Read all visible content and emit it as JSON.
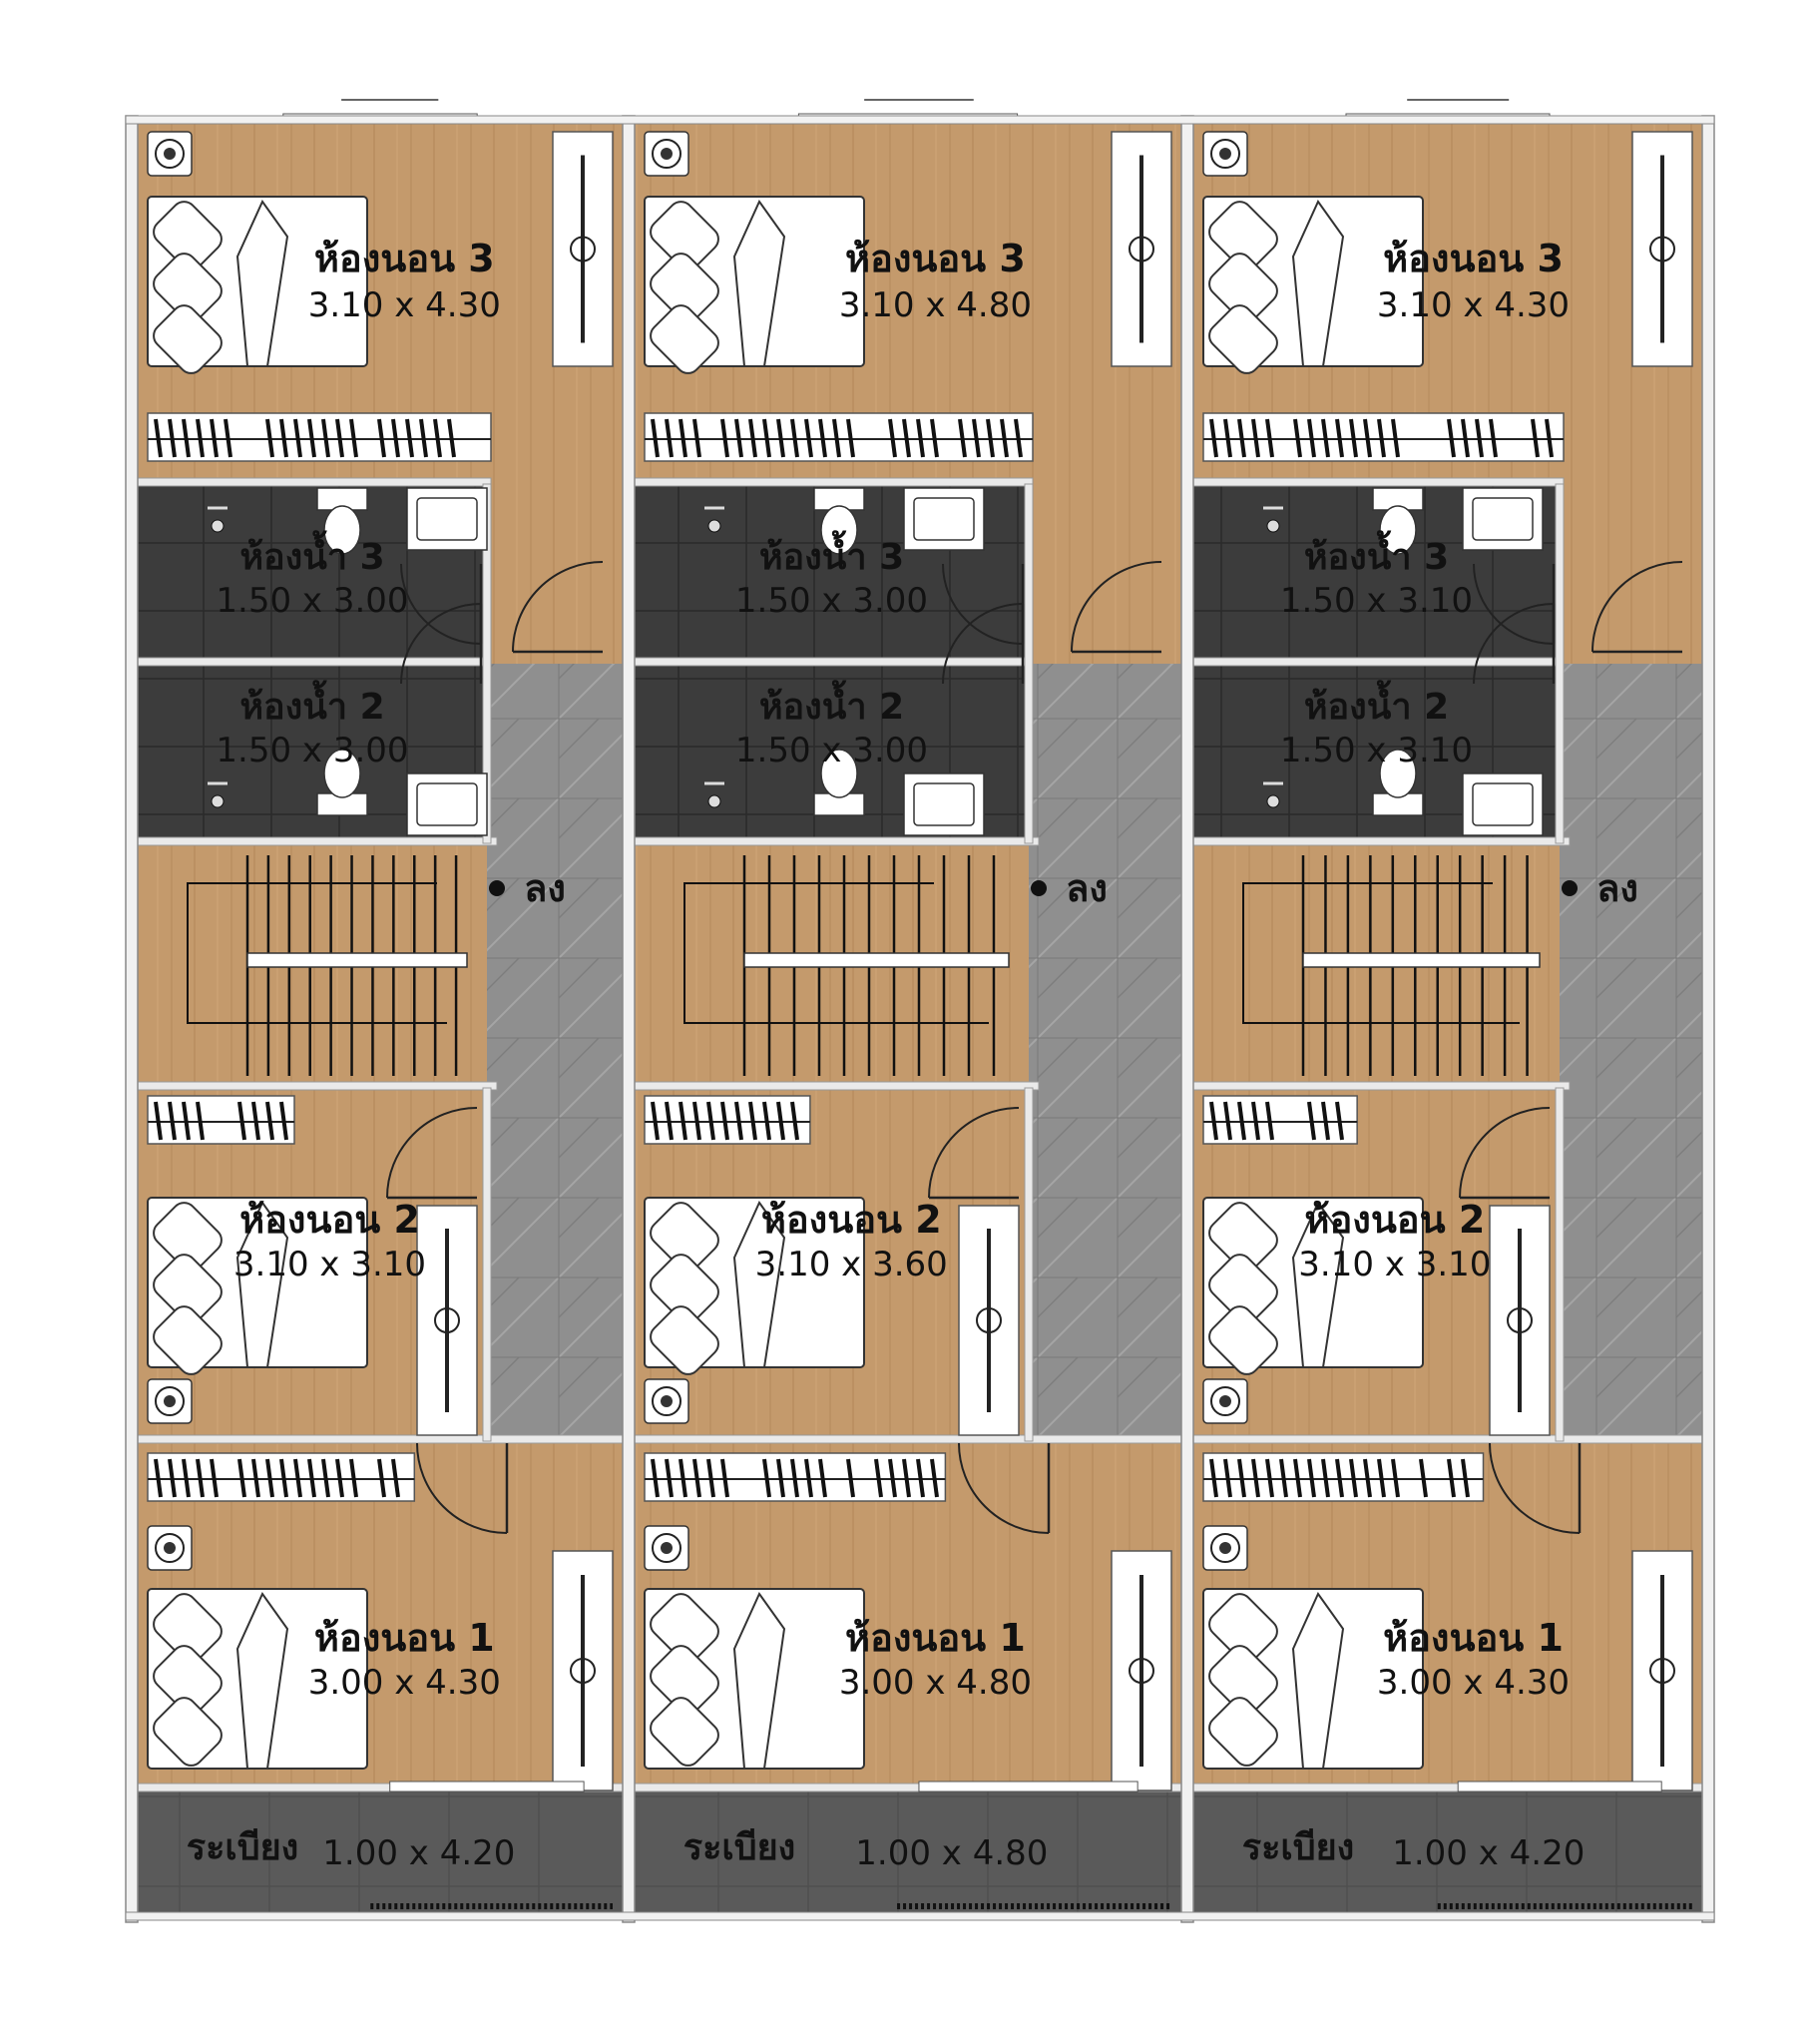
{
  "units": [
    {
      "bed3": {
        "name": "ห้องนอน 3",
        "size": "3.10 x 4.30"
      },
      "bath3": {
        "name": "ห้องน้ำ 3",
        "size": "1.50 x 3.00"
      },
      "bath2": {
        "name": "ห้องน้ำ 2",
        "size": "1.50 x 3.00"
      },
      "stair": {
        "label": "ลง"
      },
      "bed2": {
        "name": "ห้องนอน 2",
        "size": "3.10 x 3.10"
      },
      "bed1": {
        "name": "ห้องนอน 1",
        "size": "3.00 x 4.30"
      },
      "balcony": {
        "name": "ระเบียง",
        "size": "1.00 x 4.20"
      }
    },
    {
      "bed3": {
        "name": "ห้องนอน 3",
        "size": "3.10 x 4.80"
      },
      "bath3": {
        "name": "ห้องน้ำ 3",
        "size": "1.50 x 3.00"
      },
      "bath2": {
        "name": "ห้องน้ำ 2",
        "size": "1.50 x 3.00"
      },
      "stair": {
        "label": "ลง"
      },
      "bed2": {
        "name": "ห้องนอน 2",
        "size": "3.10 x 3.60"
      },
      "bed1": {
        "name": "ห้องนอน 1",
        "size": "3.00 x 4.80"
      },
      "balcony": {
        "name": "ระเบียง",
        "size": "1.00 x 4.80"
      }
    },
    {
      "bed3": {
        "name": "ห้องนอน 3",
        "size": "3.10 x 4.30"
      },
      "bath3": {
        "name": "ห้องน้ำ 3",
        "size": "1.50 x 3.10"
      },
      "bath2": {
        "name": "ห้องน้ำ 2",
        "size": "1.50 x 3.10"
      },
      "stair": {
        "label": "ลง"
      },
      "bed2": {
        "name": "ห้องนอน 2",
        "size": "3.10 x 3.10"
      },
      "bed1": {
        "name": "ห้องนอน 1",
        "size": "3.00 x 4.30"
      },
      "balcony": {
        "name": "ระเบียง",
        "size": "1.00 x 4.20"
      }
    }
  ],
  "colors": {
    "wood": "#c49a6c",
    "wood_line": "#b48a5d",
    "bath_tile": "#3c3c3c",
    "corridor": "#8f8f8f",
    "balcony": "#5a5a5a",
    "wall": "#e9e9e9",
    "furniture": "#ffffff",
    "ink": "#111111"
  }
}
